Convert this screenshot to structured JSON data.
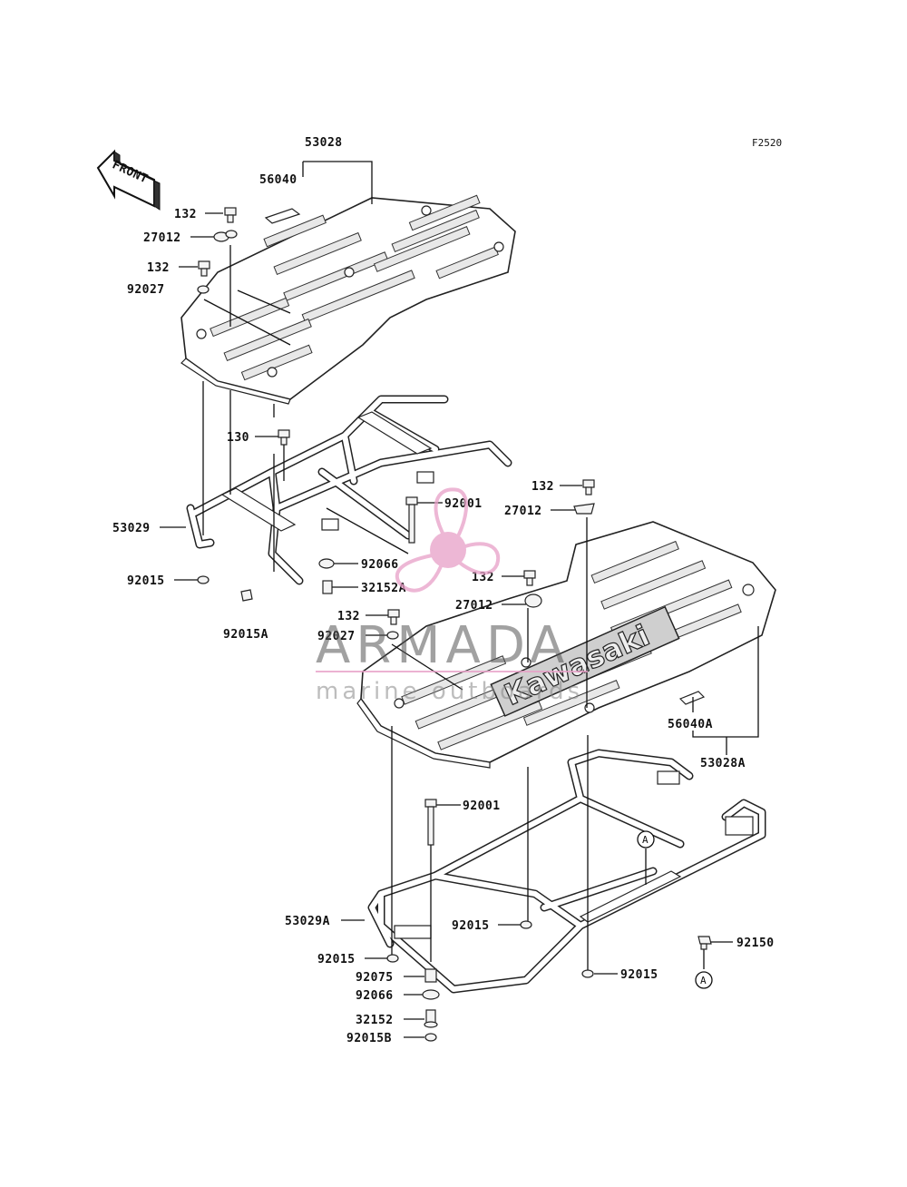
{
  "figure_code": "F2520",
  "front_label": "FRONT",
  "watermark": {
    "name": "ARMADA",
    "sub": "marine outboards",
    "pink": "#e8a0c8"
  },
  "callouts": {
    "c53028": "53028",
    "c56040": "56040",
    "c132a": "132",
    "c27012a": "27012",
    "c132b": "132",
    "c92027a": "92027",
    "c130": "130",
    "c53029": "53029",
    "c92015a": "92015",
    "c92015A": "92015A",
    "c92001a": "92001",
    "c92066a": "92066",
    "c32152A": "32152A",
    "c132c": "132",
    "c27012b": "27012",
    "c132d": "132",
    "c27012c": "27012",
    "c132e": "132",
    "c92027b": "92027",
    "c56040A": "56040A",
    "c53028A": "53028A",
    "c92001b": "92001",
    "c53029A": "53029A",
    "c92015b": "92015",
    "c92015c": "92015",
    "c92075": "92075",
    "c92066b": "92066",
    "c32152": "32152",
    "c92015B": "92015B",
    "c92015d": "92015",
    "c92150": "92150",
    "refA1": "A",
    "refA2": "A"
  },
  "decal_text": "Kawasaki"
}
